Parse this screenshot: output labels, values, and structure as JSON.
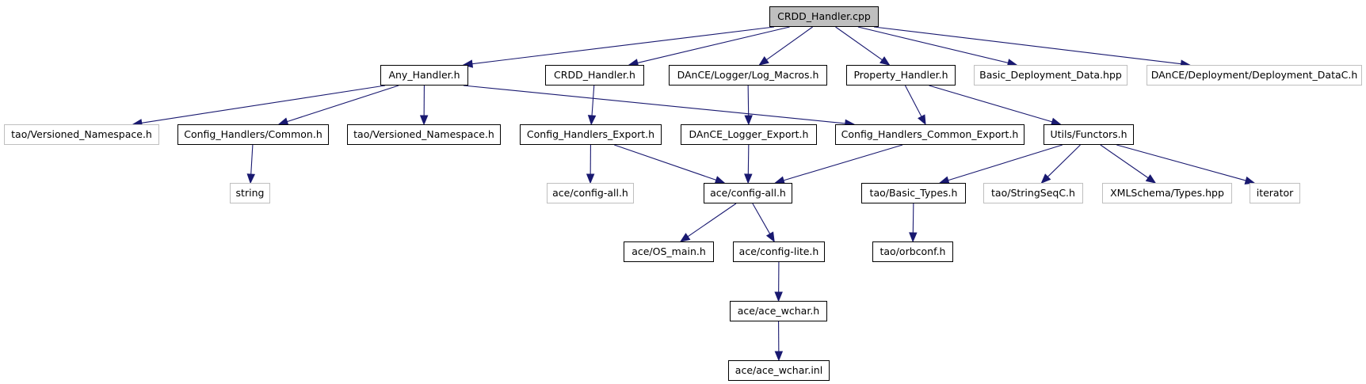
{
  "diagram": {
    "title": "CRDD_Handler.cpp include dependency graph",
    "edge_color": "#191970",
    "node_styles": {
      "root_fill": "#bfbfbf",
      "documented_border": "#000000",
      "external_border": "#bfbfbf"
    },
    "nodes": [
      {
        "id": "root",
        "label": "CRDD_Handler.cpp",
        "kind": "root"
      },
      {
        "id": "any_handler",
        "label": "Any_Handler.h",
        "kind": "documented"
      },
      {
        "id": "crdd_handler_h",
        "label": "CRDD_Handler.h",
        "kind": "documented"
      },
      {
        "id": "log_macros",
        "label": "DAnCE/Logger/Log_Macros.h",
        "kind": "documented"
      },
      {
        "id": "property_handler",
        "label": "Property_Handler.h",
        "kind": "documented"
      },
      {
        "id": "basic_deployment_data",
        "label": "Basic_Deployment_Data.hpp",
        "kind": "external"
      },
      {
        "id": "deployment_datac",
        "label": "DAnCE/Deployment/Deployment_DataC.h",
        "kind": "external"
      },
      {
        "id": "tao_versioned_ns_ext",
        "label": "tao/Versioned_Namespace.h",
        "kind": "external"
      },
      {
        "id": "config_handlers_common",
        "label": "Config_Handlers/Common.h",
        "kind": "documented"
      },
      {
        "id": "tao_versioned_ns",
        "label": "tao/Versioned_Namespace.h",
        "kind": "documented"
      },
      {
        "id": "config_handlers_export",
        "label": "Config_Handlers_Export.h",
        "kind": "documented"
      },
      {
        "id": "dance_logger_export",
        "label": "DAnCE_Logger_Export.h",
        "kind": "documented"
      },
      {
        "id": "config_handlers_common_export",
        "label": "Config_Handlers_Common_Export.h",
        "kind": "documented"
      },
      {
        "id": "utils_functors",
        "label": "Utils/Functors.h",
        "kind": "documented"
      },
      {
        "id": "string",
        "label": "string",
        "kind": "external"
      },
      {
        "id": "ace_config_all_ext",
        "label": "ace/config-all.h",
        "kind": "external"
      },
      {
        "id": "ace_config_all",
        "label": "ace/config-all.h",
        "kind": "documented"
      },
      {
        "id": "tao_basic_types",
        "label": "tao/Basic_Types.h",
        "kind": "documented"
      },
      {
        "id": "tao_stringseqc",
        "label": "tao/StringSeqC.h",
        "kind": "external"
      },
      {
        "id": "xmlschema_types",
        "label": "XMLSchema/Types.hpp",
        "kind": "external"
      },
      {
        "id": "iterator",
        "label": "iterator",
        "kind": "external"
      },
      {
        "id": "ace_os_main",
        "label": "ace/OS_main.h",
        "kind": "documented"
      },
      {
        "id": "ace_config_lite",
        "label": "ace/config-lite.h",
        "kind": "documented"
      },
      {
        "id": "tao_orbconf",
        "label": "tao/orbconf.h",
        "kind": "documented"
      },
      {
        "id": "ace_wchar_h",
        "label": "ace/ace_wchar.h",
        "kind": "documented"
      },
      {
        "id": "ace_wchar_inl",
        "label": "ace/ace_wchar.inl",
        "kind": "documented"
      }
    ],
    "edges": [
      {
        "from": "root",
        "to": "any_handler"
      },
      {
        "from": "root",
        "to": "crdd_handler_h"
      },
      {
        "from": "root",
        "to": "log_macros"
      },
      {
        "from": "root",
        "to": "property_handler"
      },
      {
        "from": "root",
        "to": "basic_deployment_data"
      },
      {
        "from": "root",
        "to": "deployment_datac"
      },
      {
        "from": "any_handler",
        "to": "tao_versioned_ns_ext"
      },
      {
        "from": "any_handler",
        "to": "config_handlers_common"
      },
      {
        "from": "any_handler",
        "to": "tao_versioned_ns"
      },
      {
        "from": "any_handler",
        "to": "config_handlers_common_export"
      },
      {
        "from": "crdd_handler_h",
        "to": "config_handlers_export"
      },
      {
        "from": "log_macros",
        "to": "dance_logger_export"
      },
      {
        "from": "property_handler",
        "to": "config_handlers_common_export"
      },
      {
        "from": "property_handler",
        "to": "utils_functors"
      },
      {
        "from": "config_handlers_common",
        "to": "string"
      },
      {
        "from": "config_handlers_export",
        "to": "ace_config_all_ext"
      },
      {
        "from": "config_handlers_export",
        "to": "ace_config_all"
      },
      {
        "from": "dance_logger_export",
        "to": "ace_config_all"
      },
      {
        "from": "config_handlers_common_export",
        "to": "ace_config_all"
      },
      {
        "from": "utils_functors",
        "to": "tao_basic_types"
      },
      {
        "from": "utils_functors",
        "to": "tao_stringseqc"
      },
      {
        "from": "utils_functors",
        "to": "xmlschema_types"
      },
      {
        "from": "utils_functors",
        "to": "iterator"
      },
      {
        "from": "ace_config_all",
        "to": "ace_os_main"
      },
      {
        "from": "ace_config_all",
        "to": "ace_config_lite"
      },
      {
        "from": "tao_basic_types",
        "to": "tao_orbconf"
      },
      {
        "from": "ace_config_lite",
        "to": "ace_wchar_h"
      },
      {
        "from": "ace_wchar_h",
        "to": "ace_wchar_inl"
      }
    ]
  }
}
